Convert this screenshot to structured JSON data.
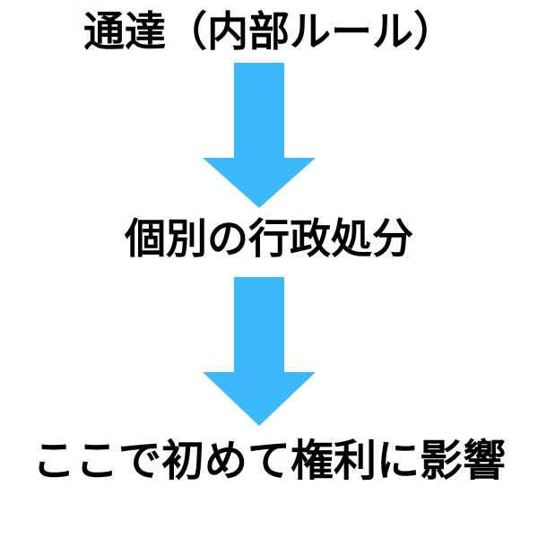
{
  "diagram": {
    "title_text": "通達（内部ルール）",
    "background_color": "#ffffff",
    "text_color": "#000000",
    "arrow_color": "#3cb9fb",
    "steps": [
      {
        "label": "通達（内部ルール）"
      },
      {
        "label": "個別の行政処分"
      },
      {
        "label": "ここで初めて権利に影響"
      }
    ],
    "connectors": [
      {
        "name": "down-arrow-1",
        "direction": "down"
      },
      {
        "name": "down-arrow-2",
        "direction": "down"
      }
    ]
  }
}
